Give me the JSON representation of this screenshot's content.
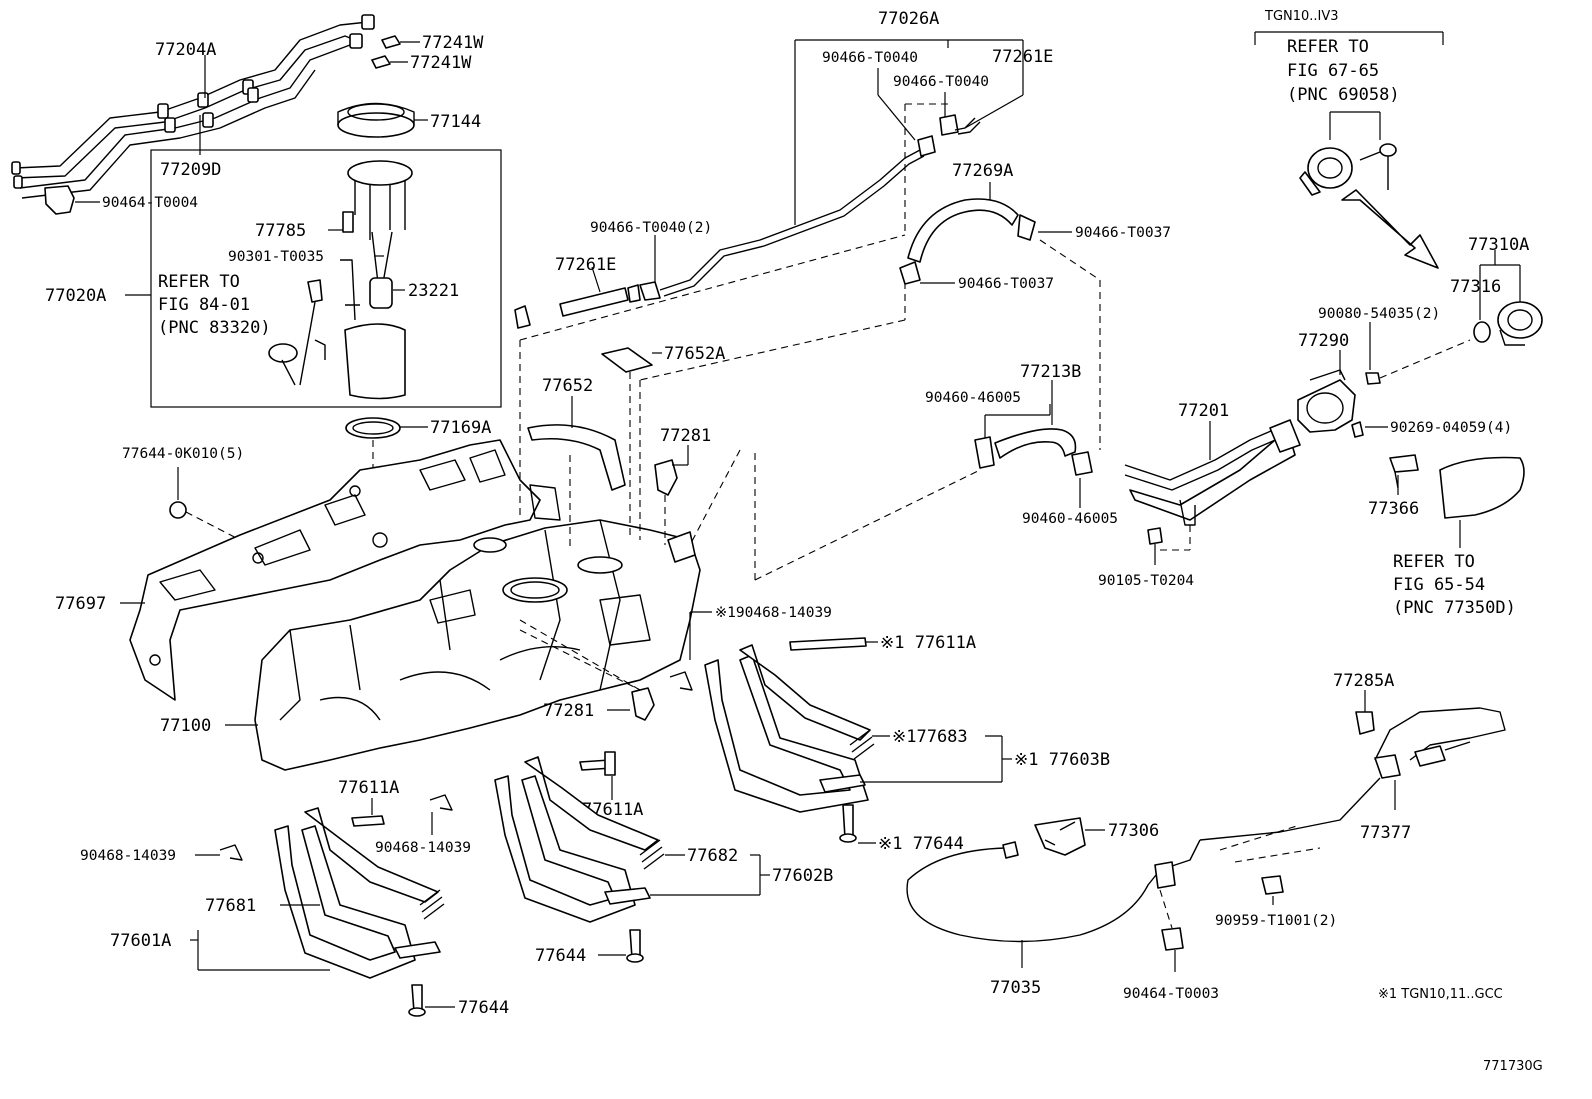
{
  "labels": {
    "l77204A": "77204A",
    "l77241W_1": "77241W",
    "l77241W_2": "77241W",
    "l77209D": "77209D",
    "l90464T0004": "90464-T0004",
    "l77144": "77144",
    "l77785": "77785",
    "l90301T0035": "90301-T0035",
    "l23221": "23221",
    "l77020A": "77020A",
    "l77169A": "77169A",
    "l776440K010": "77644-0K010(5)",
    "l77697": "77697",
    "l77100": "77100",
    "l77026A": "77026A",
    "l90466T0040_a": "90466-T0040",
    "l90466T0040_b": "90466-T0040",
    "l77261E_top": "77261E",
    "l90466T0040_2": "90466-T0040(2)",
    "l77261E_left": "77261E",
    "l77269A": "77269A",
    "l90466T0037_a": "90466-T0037",
    "l90466T0037_b": "90466-T0037",
    "l77652A": "77652A",
    "l77652": "77652",
    "l77281_top": "77281",
    "l77281_bot": "77281",
    "l90468_14039_x": "※190468-14039",
    "l77611A_x": "※1 77611A",
    "l77683_x": "※177683",
    "l77603B_x": "※1 77603B",
    "l77644_x": "※1 77644",
    "l77611A_mid": "77611A",
    "l77611A_left": "77611A",
    "l90468_14039_mid": "90468-14039",
    "l90468_14039_left": "90468-14039",
    "l77682": "77682",
    "l77602B": "77602B",
    "l77681": "77681",
    "l77601A": "77601A",
    "l77644_mid": "77644",
    "l77644_bot": "77644",
    "l90460_46005_a": "90460-46005",
    "l77213B": "77213B",
    "l77201": "77201",
    "l90460_46005_b": "90460-46005",
    "l90105T0204": "90105-T0204",
    "l77290": "77290",
    "l90080_54035": "90080-54035(2)",
    "l90269_04059": "90269-04059(4)",
    "l77366": "77366",
    "l77310A": "77310A",
    "l77316": "77316",
    "l77285A": "77285A",
    "l77377": "77377",
    "l77306": "77306",
    "l90959T1001": "90959-T1001(2)",
    "l77035": "77035",
    "l90464T0003": "90464-T0003"
  },
  "refer_boxes": {
    "pump": {
      "line1": "REFER TO",
      "line2": "FIG 84-01",
      "line3": "(PNC 83320)"
    },
    "cap": {
      "line1": "REFER TO",
      "line2": "FIG 67-65",
      "line3": "(PNC 69058)"
    },
    "door": {
      "line1": "REFER TO",
      "line2": "FIG 65-54",
      "line3": "(PNC 77350D)"
    }
  },
  "notes": {
    "model_tag": "TGN10..IV3",
    "footnote": "※1 TGN10,11..GCC",
    "figure_id": "771730G"
  }
}
